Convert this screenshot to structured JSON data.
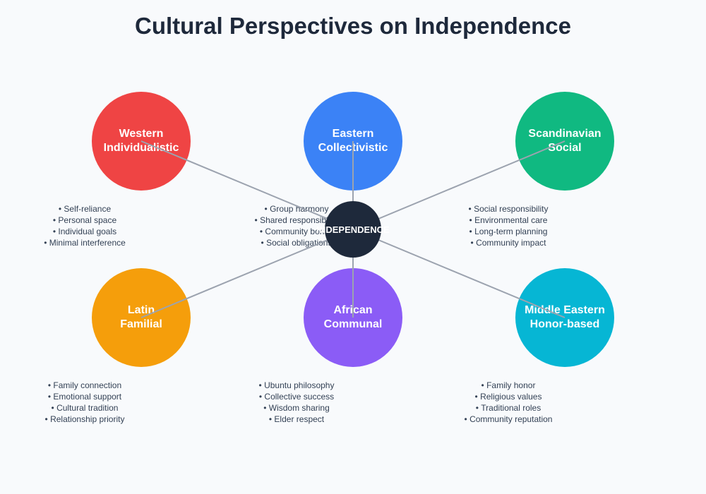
{
  "title": "Cultural Perspectives on Independence",
  "center": {
    "label": "INDEPENDENCE",
    "color": "#1e293b"
  },
  "line_color": "#9ca3af",
  "perspectives": [
    {
      "id": "western",
      "lines": [
        "Western",
        "Individualistic"
      ],
      "color": "#ef4444",
      "traits": [
        "Self-reliance",
        "Personal space",
        "Individual goals",
        "Minimal interference"
      ]
    },
    {
      "id": "eastern",
      "lines": [
        "Eastern",
        "Collectivistic"
      ],
      "color": "#3b82f6",
      "traits": [
        "Group harmony",
        "Shared responsibility",
        "Community bonds",
        "Social obligations"
      ]
    },
    {
      "id": "scandinavian",
      "lines": [
        "Scandinavian",
        "Social"
      ],
      "color": "#10b981",
      "traits": [
        "Social responsibility",
        "Environmental care",
        "Long-term planning",
        "Community impact"
      ]
    },
    {
      "id": "latin",
      "lines": [
        "Latin",
        "Familial"
      ],
      "color": "#f59e0b",
      "traits": [
        "Family connection",
        "Emotional support",
        "Cultural tradition",
        "Relationship priority"
      ]
    },
    {
      "id": "african",
      "lines": [
        "African",
        "Communal"
      ],
      "color": "#8b5cf6",
      "traits": [
        "Ubuntu philosophy",
        "Collective success",
        "Wisdom sharing",
        "Elder respect"
      ]
    },
    {
      "id": "middle-eastern",
      "lines": [
        "Middle Eastern",
        "Honor-based"
      ],
      "color": "#06b6d4",
      "traits": [
        "Family honor",
        "Religious values",
        "Traditional roles",
        "Community reputation"
      ]
    }
  ]
}
